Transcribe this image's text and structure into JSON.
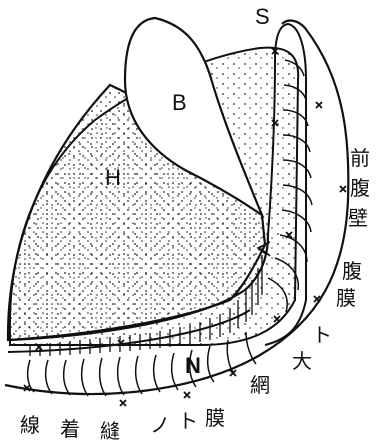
{
  "figure": {
    "labels": {
      "B": "B",
      "H": "H",
      "N": "N",
      "S": "S"
    },
    "right_text": [
      "前",
      "腹",
      "壁",
      "腹",
      "膜",
      "ト",
      "大",
      "網"
    ],
    "bottom_text": [
      "線",
      "着",
      "縫",
      "ノ",
      "ト",
      "膜"
    ]
  }
}
